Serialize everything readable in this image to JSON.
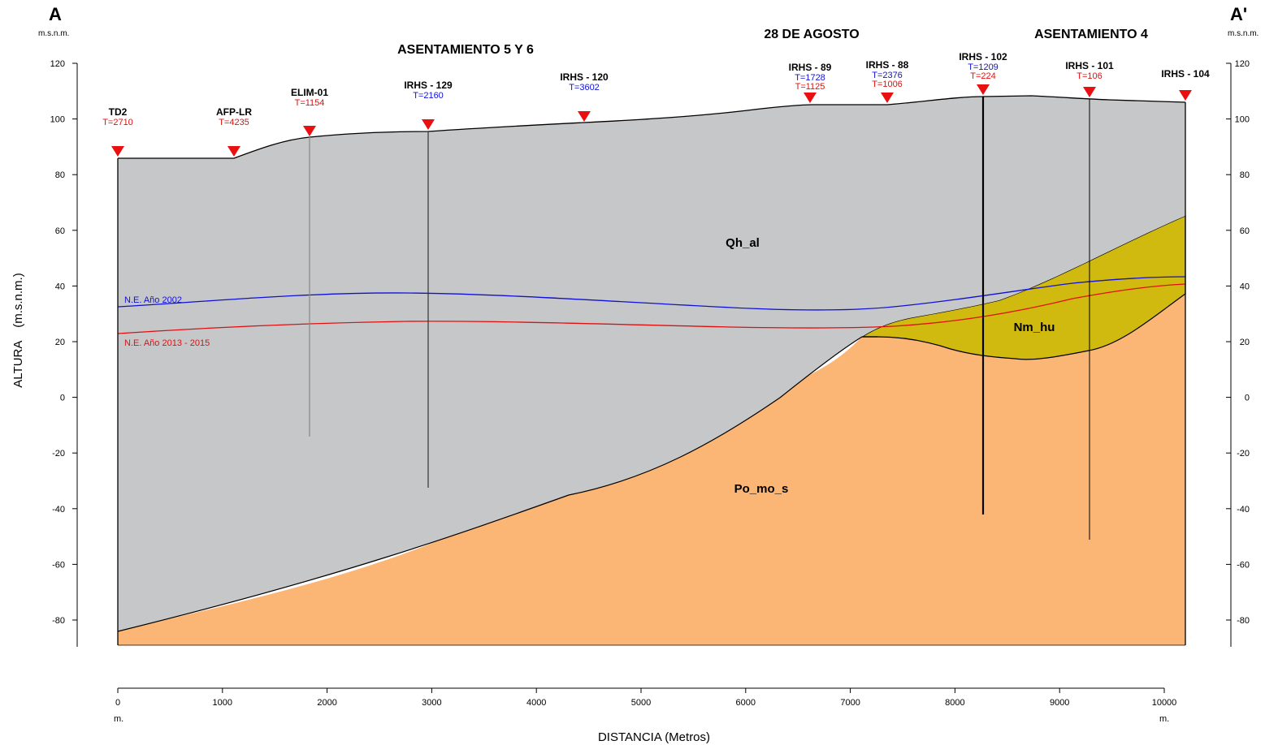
{
  "section": {
    "corner_left": "A",
    "corner_right": "A'",
    "unit_left": "m.s.n.m.",
    "unit_right": "m.s.n.m.",
    "y_axis_title": "ALTURA    (m.s.n.m.)",
    "x_axis_title": "DISTANCIA  (Metros)",
    "x_unit_start": "m.",
    "x_unit_end": "m.",
    "y_ticks": [
      "120",
      "100",
      "80",
      "60",
      "40",
      "20",
      "0",
      "-20",
      "-40",
      "-60",
      "-80"
    ],
    "x_ticks": [
      "0",
      "1000",
      "2000",
      "3000",
      "4000",
      "5000",
      "6000",
      "7000",
      "8000",
      "9000",
      "10000"
    ],
    "zone_labels": [
      "ASENTAMIENTO 5 Y 6",
      "28 DE AGOSTO",
      "ASENTAMIENTO 4"
    ],
    "units": [
      "Qh_al",
      "Nm_hu",
      "Po_mo_s"
    ],
    "water_levels": [
      "N.E. Año 2002",
      "N.E. Año 2013 - 2015"
    ],
    "colors": {
      "qh_al": "#c6c7c9",
      "nm_hu": "#d1ba0f",
      "po_mo_s": "#fbb575",
      "line_2002": "#1010d8",
      "line_2013": "#e01010",
      "well_marker": "#e81010"
    }
  },
  "wells": [
    {
      "name": "TD2",
      "values": [
        {
          "text": "T=2710",
          "color": "red"
        }
      ]
    },
    {
      "name": "AFP-LR",
      "values": [
        {
          "text": "T=4235",
          "color": "red"
        }
      ]
    },
    {
      "name": "ELIM-01",
      "values": [
        {
          "text": "T=1154",
          "color": "red"
        }
      ]
    },
    {
      "name": "IRHS - 129",
      "values": [
        {
          "text": "T=2160",
          "color": "blue"
        }
      ]
    },
    {
      "name": "IRHS - 120",
      "values": [
        {
          "text": "T=3602",
          "color": "blue"
        }
      ]
    },
    {
      "name": "IRHS - 89",
      "values": [
        {
          "text": "T=1728",
          "color": "blue"
        },
        {
          "text": "T=1125",
          "color": "red"
        }
      ]
    },
    {
      "name": "IRHS - 88",
      "values": [
        {
          "text": "T=2376",
          "color": "blue"
        },
        {
          "text": "T=1006",
          "color": "red"
        }
      ]
    },
    {
      "name": "IRHS - 102",
      "values": [
        {
          "text": "T=1209",
          "color": "blue"
        },
        {
          "text": "T=224",
          "color": "red"
        }
      ]
    },
    {
      "name": "IRHS - 101",
      "values": [
        {
          "text": "T=106",
          "color": "red"
        }
      ]
    },
    {
      "name": "IRHS - 104",
      "values": []
    }
  ]
}
